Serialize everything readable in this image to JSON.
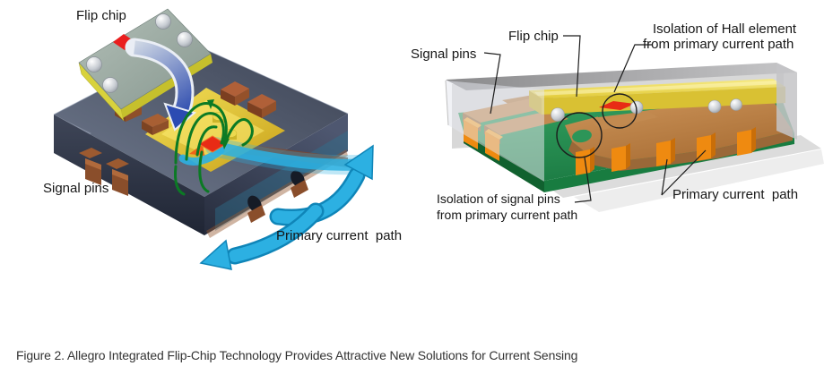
{
  "figure_caption": "Figure 2. Allegro Integrated Flip-Chip Technology Provides Attractive New Solutions for Current Sensing",
  "left_panel": {
    "flip_chip": "Flip chip",
    "signal_pins": "Signal pins",
    "primary_current_path": "Primary current  path"
  },
  "right_panel": {
    "signal_pins": "Signal pins",
    "flip_chip": "Flip chip",
    "isolation_hall_1": "Isolation of Hall element",
    "isolation_hall_2": "from primary current path",
    "isolation_signal_1": "Isolation of signal pins",
    "isolation_signal_2": "from primary current path",
    "primary_current_path": "Primary current  path"
  },
  "colors": {
    "package_body": "#454e60",
    "mold_gray": "#c9cacc",
    "copper_lead": "#c28a50",
    "pin_orange": "#ef8a10",
    "substrate_green": "#2d9558",
    "die_yellow": "#e8d24a",
    "hall_red": "#e82b15",
    "current_cyan": "#2cb0e2",
    "field_green": "#0b7a24",
    "placement_arrow_blue": "#2b4bb2"
  }
}
